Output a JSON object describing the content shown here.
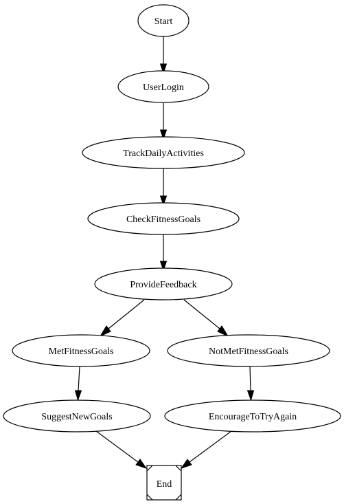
{
  "colors": {
    "stroke": "#000000",
    "fill": "#ffffff",
    "background": "#ffffff"
  },
  "nodes": {
    "start": {
      "label": "Start",
      "shape": "ellipse"
    },
    "user_login": {
      "label": "UserLogin",
      "shape": "ellipse"
    },
    "track_daily_activities": {
      "label": "TrackDailyActivities",
      "shape": "ellipse"
    },
    "check_fitness_goals": {
      "label": "CheckFitnessGoals",
      "shape": "ellipse"
    },
    "provide_feedback": {
      "label": "ProvideFeedback",
      "shape": "ellipse"
    },
    "met_fitness_goals": {
      "label": "MetFitnessGoals",
      "shape": "ellipse"
    },
    "not_met_fitness_goals": {
      "label": "NotMetFitnessGoals",
      "shape": "ellipse"
    },
    "suggest_new_goals": {
      "label": "SuggestNewGoals",
      "shape": "ellipse"
    },
    "encourage_to_try_again": {
      "label": "EncourageToTryAgain",
      "shape": "ellipse"
    },
    "end": {
      "label": "End",
      "shape": "Msquare"
    }
  },
  "edges": [
    {
      "from": "Start",
      "to": "UserLogin"
    },
    {
      "from": "UserLogin",
      "to": "TrackDailyActivities"
    },
    {
      "from": "TrackDailyActivities",
      "to": "CheckFitnessGoals"
    },
    {
      "from": "CheckFitnessGoals",
      "to": "ProvideFeedback"
    },
    {
      "from": "ProvideFeedback",
      "to": "MetFitnessGoals"
    },
    {
      "from": "ProvideFeedback",
      "to": "NotMetFitnessGoals"
    },
    {
      "from": "MetFitnessGoals",
      "to": "SuggestNewGoals"
    },
    {
      "from": "NotMetFitnessGoals",
      "to": "EncourageToTryAgain"
    },
    {
      "from": "SuggestNewGoals",
      "to": "End"
    },
    {
      "from": "EncourageToTryAgain",
      "to": "End"
    }
  ]
}
